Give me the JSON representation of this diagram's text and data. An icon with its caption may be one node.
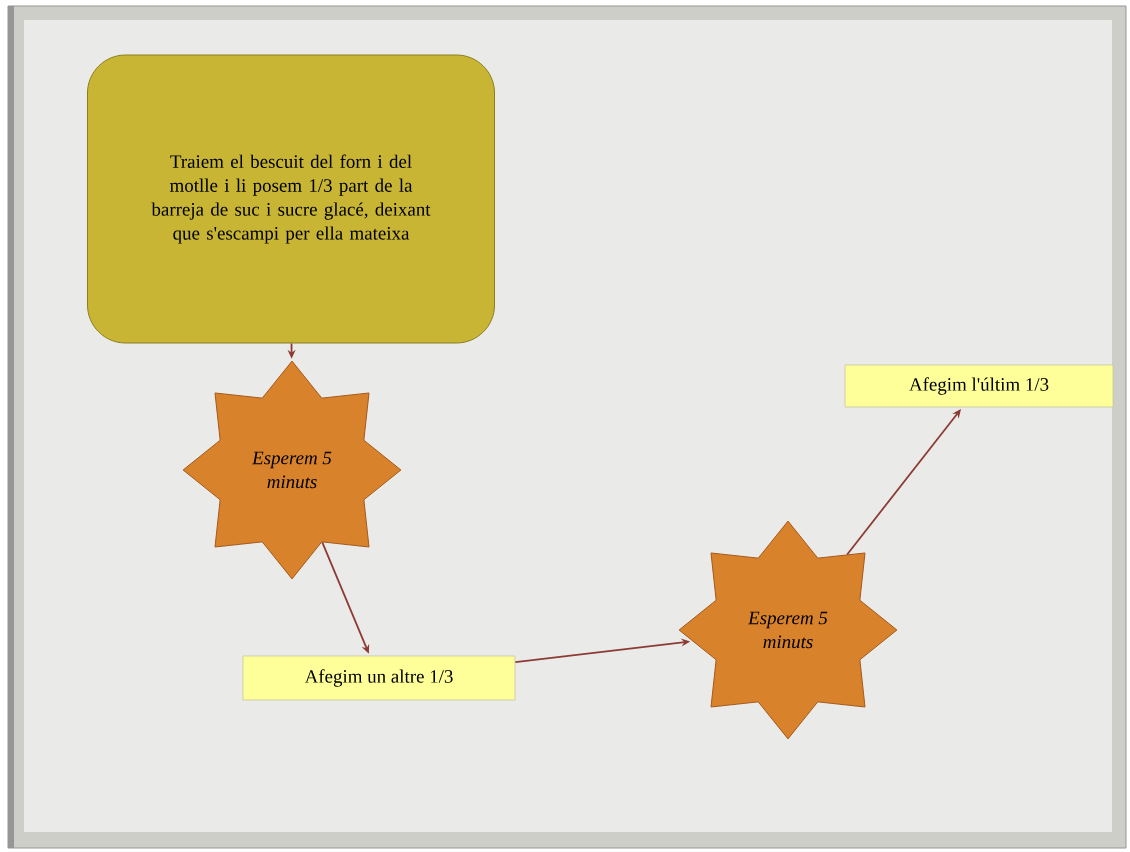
{
  "diagram": {
    "nodes": [
      {
        "text": [
          "Traiem el bescuit del forn i del motlle i li posem 1/3 part de la barreja de suc i sucre glacé, deixant que s'escampi per ella mateixa"
        ]
      },
      {
        "text": [
          "Esperem 5 minuts"
        ]
      },
      {
        "text": [
          "Afegim un altre 1/3"
        ]
      },
      {
        "text": [
          "Esperem 5 minuts"
        ]
      },
      {
        "text": [
          "Afegim l'últim 1/3"
        ]
      }
    ],
    "edges": [
      {
        "from": 0,
        "to": 1,
        "arrow": "to"
      },
      {
        "from": 1,
        "to": 2,
        "arrow": "to"
      },
      {
        "from": 2,
        "to": 3,
        "arrow": "to"
      },
      {
        "from": 3,
        "to": 4,
        "arrow": "to"
      }
    ]
  }
}
